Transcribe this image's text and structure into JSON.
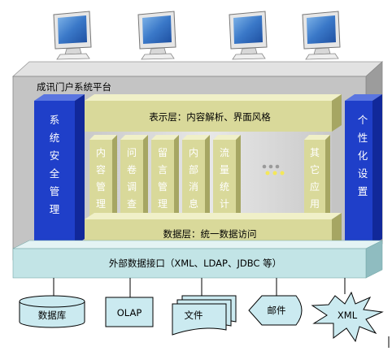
{
  "platform": {
    "title": "成讯门户系统平台"
  },
  "left_panel": {
    "label": "系统安全管理"
  },
  "right_panel": {
    "label": "个性化设置"
  },
  "presentation_layer": {
    "label": "表示层：内容解析、界面风格"
  },
  "modules": [
    {
      "label": "内容管理"
    },
    {
      "label": "问卷调查"
    },
    {
      "label": "留言管理"
    },
    {
      "label": "内部消息"
    },
    {
      "label": "流量统计"
    }
  ],
  "other_app": {
    "label": "其它应用"
  },
  "data_layer": {
    "label": "数据层：统一数据访问"
  },
  "interface_bar": {
    "label": "外部数据接口（XML、LDAP、JDBC 等）"
  },
  "external_sources": [
    {
      "label": "数据库",
      "shape": "cylinder"
    },
    {
      "label": "OLAP",
      "shape": "rectangle"
    },
    {
      "label": "文件",
      "shape": "document-stack"
    },
    {
      "label": "邮件",
      "shape": "display"
    },
    {
      "label": "XML",
      "shape": "explosion"
    }
  ],
  "clients": [
    {
      "icon": "monitor-icon"
    },
    {
      "icon": "monitor-icon"
    },
    {
      "icon": "monitor-icon"
    },
    {
      "icon": "monitor-icon"
    }
  ],
  "colors": {
    "platform_grey": "#c4c4c4",
    "blue_panel": "#1f3fc9",
    "module_khaki": "#d9d99a",
    "interface_teal": "#c2e4e6",
    "source_teal": "#cbeaf0"
  }
}
